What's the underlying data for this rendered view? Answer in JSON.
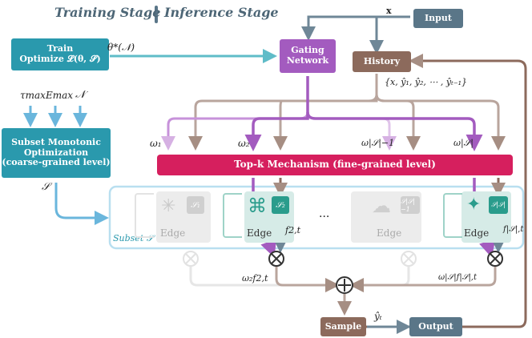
{
  "legend": {
    "training": "Training Stage",
    "inference": "Inference Stage"
  },
  "train": {
    "line1": "Train",
    "line2": "Optimize 𝓛(θ, 𝓢)"
  },
  "theta_label": "θ*(𝒩)",
  "gating": {
    "line1": "Gating",
    "line2": "Network"
  },
  "input": {
    "label": "Input",
    "x": "x"
  },
  "history": {
    "label": "History",
    "seq": "{x, ŷ₁, ŷ₂, ⋯ , ŷₜ₋₁}"
  },
  "params": {
    "tau": "τmax",
    "e": "Emax",
    "n": "𝒩"
  },
  "subset_opt": {
    "line1": "Subset Monotonic",
    "line2": "Optimization",
    "line3": "(coarse-grained level)"
  },
  "s_label": "𝒮",
  "weights": {
    "w1": "ω₁",
    "w2": "ω₂",
    "wm": "ω|𝒮|−1",
    "ws": "ω|𝒮|"
  },
  "topk": {
    "label": "Top-k Mechanism (fine-grained level)"
  },
  "subset_label": "Subset 𝒮",
  "edges": [
    {
      "name": "Edge",
      "badge": "𝒮₁",
      "active": false
    },
    {
      "name": "Edge",
      "badge": "𝒮₂",
      "active": true
    },
    {
      "name": "Edge",
      "badge": "𝒮|𝒮|−1",
      "active": false
    },
    {
      "name": "Edge",
      "badge": "𝒮|𝒮|",
      "active": true
    }
  ],
  "dots": "···",
  "f_labels": {
    "f2": "f2,t",
    "fs": "f|𝒮|,t"
  },
  "wf_labels": {
    "w2f2": "ω₂f2,t",
    "wsfs": "ω|𝒮|f|𝒮|,t"
  },
  "sample": {
    "label": "Sample",
    "yhat": "ŷₜ"
  },
  "output": {
    "label": "Output"
  },
  "colors": {
    "teal": "#2a99ad",
    "gating": "#a35bbf",
    "brown": "#8c6a5c",
    "slate": "#5a7688",
    "topk": "#d61f5e",
    "edge_active": "#d6ebe7",
    "badge": "#2a9c8c",
    "light_arrow": "#b9a59d",
    "purple_arrow": "#a35bbf",
    "blue_arrow": "#5fb0d8"
  }
}
